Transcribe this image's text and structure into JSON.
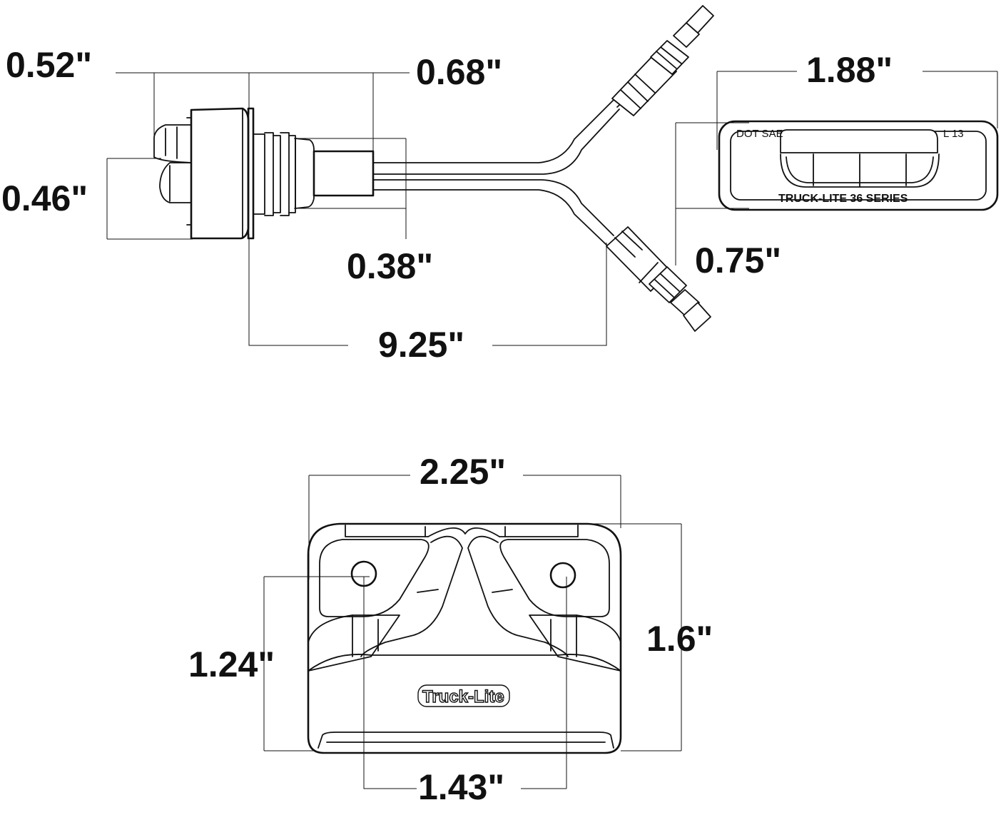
{
  "dimensions": {
    "side_depth_lens": "0.52\"",
    "side_body_length": "0.68\"",
    "side_lens_height": "0.46\"",
    "side_connector_dia": "0.38\"",
    "lead_length": "9.25\"",
    "front_width": "1.88\"",
    "front_height": "0.75\"",
    "top_width": "2.25\"",
    "top_hole_height": "1.24\"",
    "top_height": "1.6\"",
    "hole_spacing": "1.43\""
  },
  "markings": {
    "lens_left": "DOT SAE",
    "lens_right": "L  13",
    "series": "TRUCK-LITE 36 SERIES",
    "logo": "Truck-Lite"
  },
  "colors": {
    "line": "#111111",
    "background": "#ffffff"
  }
}
